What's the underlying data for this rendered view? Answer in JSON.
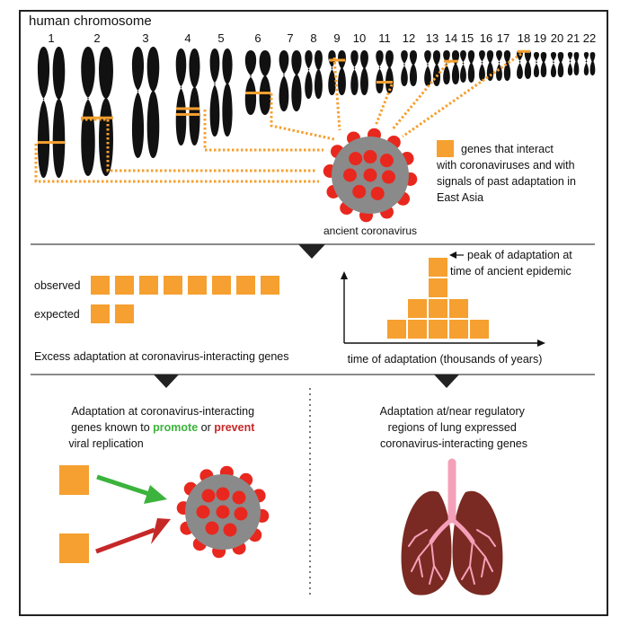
{
  "colors": {
    "orange": "#F5A030",
    "chromosome": "#111111",
    "virus_body": "#8A8A8A",
    "virus_spike": "#E8281E",
    "promote": "#3CB33C",
    "prevent": "#C62828",
    "lung_fill": "#7A2A22",
    "airway": "#F4A0B8"
  },
  "top": {
    "title": "human chromosome",
    "chromosome_numbers": [
      "1",
      "2",
      "3",
      "4",
      "5",
      "6",
      "7",
      "8",
      "9",
      "10",
      "11",
      "12",
      "13",
      "14",
      "15",
      "16",
      "17",
      "18",
      "19",
      "20",
      "21",
      "22"
    ],
    "legend_text_lines": [
      "genes that interact",
      "with coronaviruses and with",
      "signals of past adaptation in",
      "East Asia"
    ],
    "virus_label": "ancient coronavirus"
  },
  "middle": {
    "observed_label": "observed",
    "expected_label": "expected",
    "observed_count": 8,
    "expected_count": 2,
    "caption": "Excess adaptation at coronavirus-interacting genes",
    "histogram_counts": [
      1,
      2,
      4,
      2,
      1
    ],
    "peak_annotation_lines": [
      "peak of adaptation at",
      "time of ancient epidemic"
    ],
    "x_axis_label": "time of adaptation (thousands of years)"
  },
  "bottom_left": {
    "title_line1": "Adaptation at coronavirus-interacting",
    "title_line2_pre": "genes known to ",
    "promote_word": "promote",
    "or_word": " or ",
    "prevent_word": "prevent",
    "title_line3": "viral replication"
  },
  "bottom_right": {
    "title_lines": [
      "Adaptation at/near regulatory",
      "regions of lung expressed",
      "coronavirus-interacting genes"
    ]
  }
}
